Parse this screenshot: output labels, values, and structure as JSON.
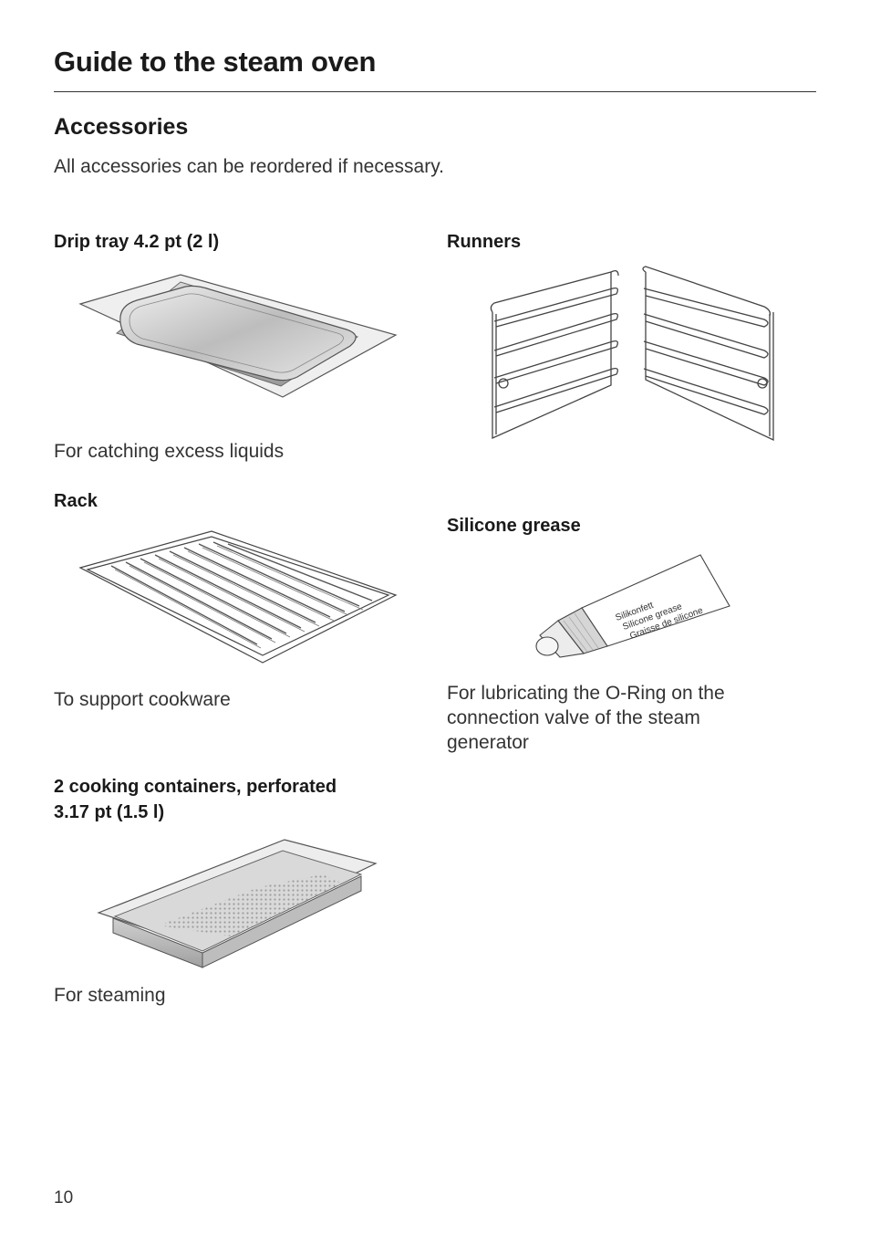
{
  "header": {
    "title": "Guide to the steam oven"
  },
  "section": {
    "heading": "Accessories",
    "intro": "All accessories can be reordered if necessary."
  },
  "items": {
    "drip_tray": {
      "heading": "Drip tray 4.2 pt (2 l)",
      "description": "For catching excess liquids"
    },
    "rack": {
      "heading": "Rack",
      "description": "To support cookware"
    },
    "containers": {
      "heading_line1": "2 cooking containers, perforated",
      "heading_line2": "3.17 pt (1.5 l)",
      "description": "For steaming"
    },
    "runners": {
      "heading": "Runners"
    },
    "silicone_grease": {
      "heading": "Silicone grease",
      "description_line1": "For lubricating the O-Ring on the",
      "description_line2": "connection valve of the steam",
      "description_line3": "generator",
      "tube_label_1": "Silikonfett",
      "tube_label_2": "Silicone grease",
      "tube_label_3": "Graisse de silicone"
    }
  },
  "footer": {
    "page_number": "10"
  }
}
